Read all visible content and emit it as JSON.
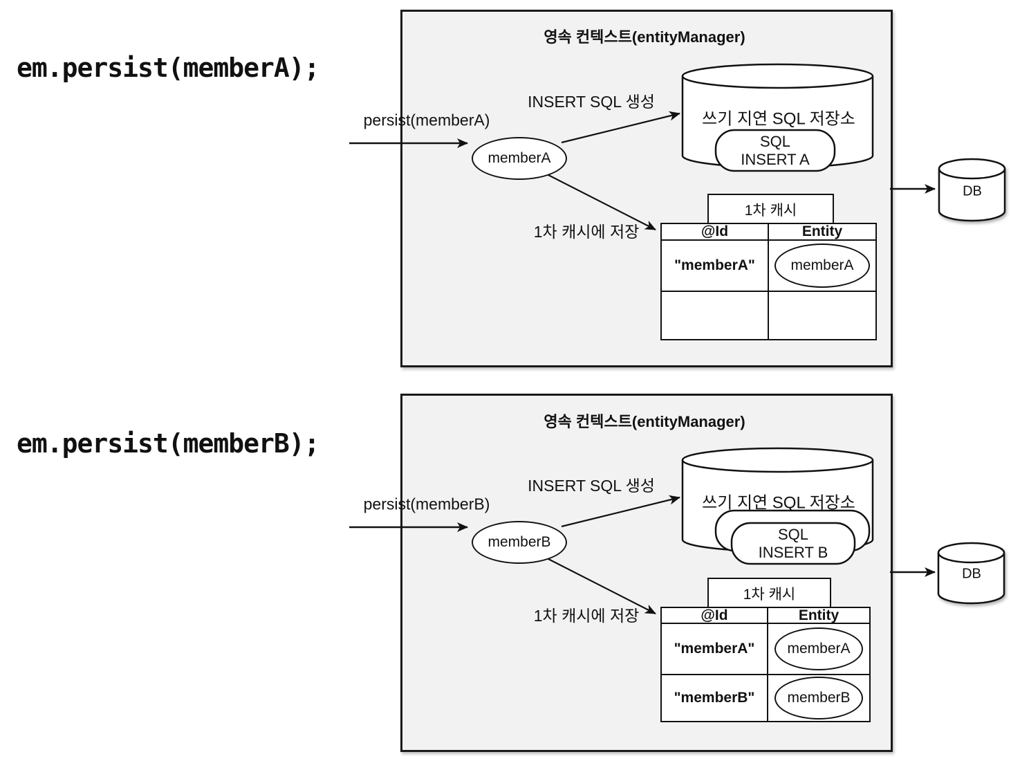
{
  "colors": {
    "panel_bg": "#f2f2f2",
    "stroke": "#111111",
    "shape_fill": "#ffffff"
  },
  "code": {
    "line_a": "em.persist(memberA);",
    "line_b": "em.persist(memberB);"
  },
  "panel_a": {
    "title": "영속 컨텍스트(entityManager)",
    "persist_label": "persist(memberA)",
    "entity_node": "memberA",
    "insert_sql_label": "INSERT SQL 생성",
    "sql_store_label": "쓰기 지연 SQL 저장소",
    "sql_card": {
      "line1": "SQL",
      "line2": "INSERT A"
    },
    "cache_save_label": "1차 캐시에 저장",
    "cache_tab": "1차 캐시",
    "table": {
      "header_id": "@Id",
      "header_entity": "Entity",
      "rows": [
        {
          "id": "\"memberA\"",
          "entity": "memberA"
        },
        {
          "id": "",
          "entity": ""
        }
      ]
    },
    "db_label": "DB"
  },
  "panel_b": {
    "title": "영속 컨텍스트(entityManager)",
    "persist_label": "persist(memberB)",
    "entity_node": "memberB",
    "insert_sql_label": "INSERT SQL 생성",
    "sql_store_label": "쓰기 지연 SQL 저장소",
    "sql_card": {
      "line1": "SQL",
      "line2": "INSERT B"
    },
    "cache_save_label": "1차 캐시에 저장",
    "cache_tab": "1차 캐시",
    "table": {
      "header_id": "@Id",
      "header_entity": "Entity",
      "rows": [
        {
          "id": "\"memberA\"",
          "entity": "memberA"
        },
        {
          "id": "\"memberB\"",
          "entity": "memberB"
        }
      ]
    },
    "db_label": "DB"
  }
}
